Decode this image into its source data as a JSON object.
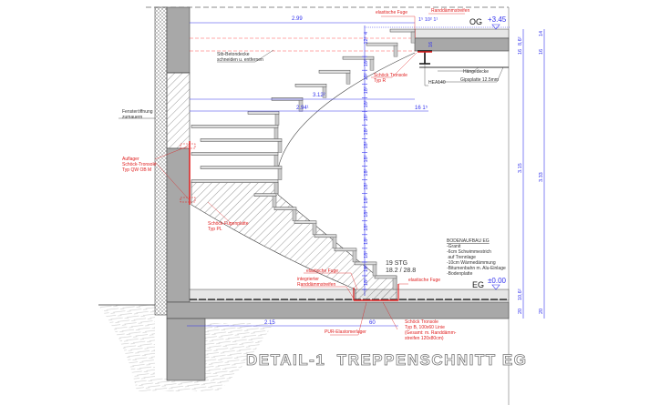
{
  "title": "DETAIL-1  TREPPENSCHNITT EG",
  "levels": {
    "og": "OG",
    "og_elev": "+3.45",
    "eg": "EG",
    "eg_elev": "±0.00"
  },
  "dimensions": {
    "top_width": "2.99",
    "mid_width_1": "3.12²",
    "mid_width_2": "2.94¹",
    "landing_offset": "16 1⁵",
    "top_joint": "1⁵ 10² 1¹",
    "steel": "16",
    "riser": "18²",
    "top_riser_small": "4",
    "top_riser_2": "12²",
    "right_a": [
      "8,6²",
      "16",
      "3.15",
      "10,6²",
      "20"
    ],
    "right_b": [
      "14",
      "16",
      "3.33",
      "20"
    ],
    "bottom_left": "2.15",
    "bottom_right": "60",
    "stair_count": "19 STG",
    "stair_ratio": "18.2 / 28.8"
  },
  "notes": {
    "elastic_joint_top": "elastische Fuge",
    "edge_strip_top": "Randdämmstreifen",
    "slab_cut_1": "Stb-Betondecke",
    "slab_cut_2": "schneiden u. entfernen",
    "tronsole_r_1": "Schöck Tronsole",
    "tronsole_r_2": "Typ R",
    "hea": "HEA140",
    "hanging_ceiling": "Hängedecke",
    "gypsum": "Gipsplatte 12.5mm",
    "window_1": "Fensteröffnung",
    "window_2": "zumauern",
    "support_1": "Auflager",
    "support_2": "Schöck-Tronsole",
    "support_3": "Typ QW OB M",
    "joint_plate_1": "Schöck-Fugenplatte",
    "joint_plate_2": "Typ PL",
    "elastic_joint_left": "elastische Fuge",
    "integrated_1": "integrierter",
    "integrated_2": "Randdämmstreifen",
    "elastic_joint_right": "elastische Fuge",
    "pur": "PUR-Elastomerlager",
    "tronsole_b": [
      "Schöck Tronsole",
      "Typ B, 100x60 Linie",
      "(Gesamt: m. Randdämm-",
      "streifen 120x80cm)"
    ]
  },
  "floor_buildup": {
    "heading": "BODENAUFBAU EG",
    "items": [
      "-Granit",
      "-6cm Schwimmestrich",
      " auf Trennlage",
      "-10cm Wärmedämmung",
      "-Bitumenbahn m. Alu-Einlage",
      "-Bodenplatte"
    ]
  },
  "colors": {
    "dimension": "#3333ee",
    "annotation": "#e02020",
    "concrete": "#a8a8a8"
  }
}
